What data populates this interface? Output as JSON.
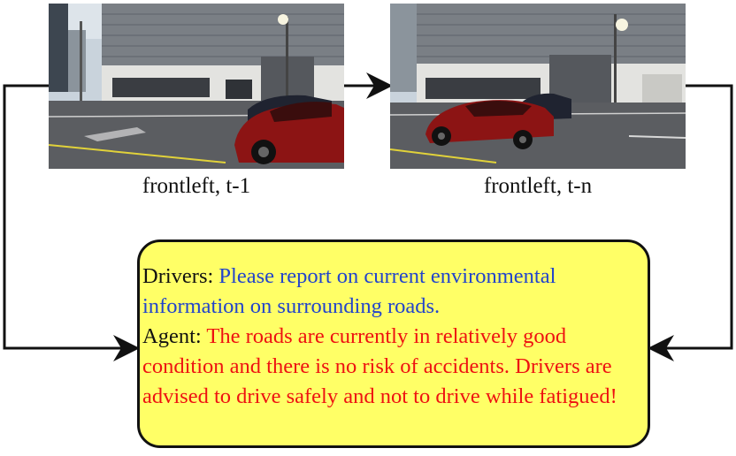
{
  "frames": [
    {
      "caption": "frontleft, t-1"
    },
    {
      "caption": "frontleft, t-n"
    }
  ],
  "dialog": {
    "driver_label": "Drivers:",
    "driver_text": "Please report on current environmental information on surrounding roads.",
    "agent_label": "Agent:",
    "agent_text": "The roads are currently in relatively good condition and there is no risk of accidents. Drivers are advised to drive safely and not to drive while fatigued!"
  },
  "colors": {
    "box_fill": "#ffff66",
    "question_text": "#2244cc",
    "answer_text": "#ee1111",
    "arrow": "#111111"
  }
}
